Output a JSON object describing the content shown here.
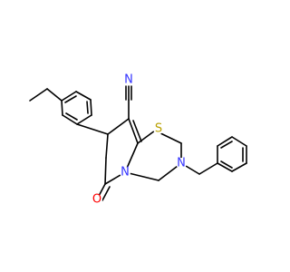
{
  "structure": {
    "atoms": {
      "nitrile_n": {
        "label": "N",
        "color": "#3333ff"
      },
      "sulfur": {
        "label": "S",
        "color": "#b8a000"
      },
      "ring_n": {
        "label": "N",
        "color": "#3333ff"
      },
      "amine_n": {
        "label": "N",
        "color": "#3333ff"
      },
      "carbonyl_o": {
        "label": "O",
        "color": "#ff0000"
      }
    }
  }
}
